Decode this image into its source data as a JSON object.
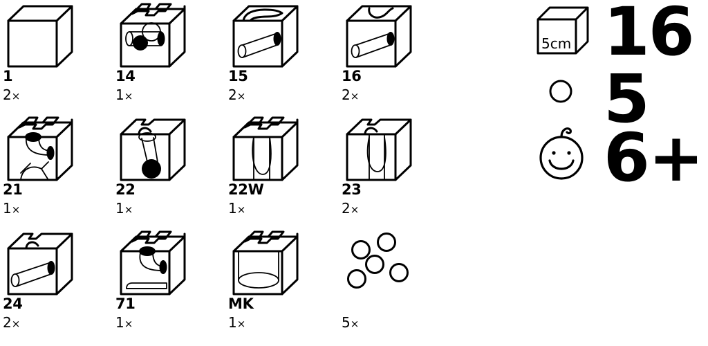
{
  "sheet": {
    "title": "Parts inventory sheet",
    "background_color": "#ffffff",
    "line_color": "#000000"
  },
  "parts": [
    {
      "id": "1",
      "number": "1",
      "count": "2",
      "count_suffix": "×",
      "icon": "cube-plain",
      "col": 0,
      "row": 0
    },
    {
      "id": "14",
      "number": "14",
      "count": "1",
      "count_suffix": "×",
      "icon": "cube-14",
      "col": 1,
      "row": 0
    },
    {
      "id": "15",
      "number": "15",
      "count": "2",
      "count_suffix": "×",
      "icon": "cube-15",
      "col": 2,
      "row": 0
    },
    {
      "id": "16",
      "number": "16",
      "count": "2",
      "count_suffix": "×",
      "icon": "cube-16",
      "col": 3,
      "row": 0
    },
    {
      "id": "21",
      "number": "21",
      "count": "1",
      "count_suffix": "×",
      "icon": "cube-21",
      "col": 0,
      "row": 1
    },
    {
      "id": "22",
      "number": "22",
      "count": "1",
      "count_suffix": "×",
      "icon": "cube-22",
      "col": 1,
      "row": 1
    },
    {
      "id": "22W",
      "number": "22W",
      "count": "1",
      "count_suffix": "×",
      "icon": "cube-22w",
      "col": 2,
      "row": 1
    },
    {
      "id": "23",
      "number": "23",
      "count": "2",
      "count_suffix": "×",
      "icon": "cube-23",
      "col": 3,
      "row": 1
    },
    {
      "id": "24",
      "number": "24",
      "count": "2",
      "count_suffix": "×",
      "icon": "cube-24",
      "col": 0,
      "row": 2
    },
    {
      "id": "71",
      "number": "71",
      "count": "1",
      "count_suffix": "×",
      "icon": "cube-71",
      "col": 1,
      "row": 2
    },
    {
      "id": "MK",
      "number": "MK",
      "count": "1",
      "count_suffix": "×",
      "icon": "cube-mk",
      "col": 2,
      "row": 2
    },
    {
      "id": "balls",
      "number": "",
      "count": "5",
      "count_suffix": "×",
      "icon": "marble-cluster",
      "col": 3,
      "row": 2
    }
  ],
  "summary": {
    "cubes": {
      "value": "16",
      "icon": "cube-5cm-icon",
      "icon_label": "5cm"
    },
    "balls": {
      "value": "5",
      "icon": "marble-icon"
    },
    "age": {
      "value": "6+",
      "icon": "smiley-face-icon"
    }
  }
}
